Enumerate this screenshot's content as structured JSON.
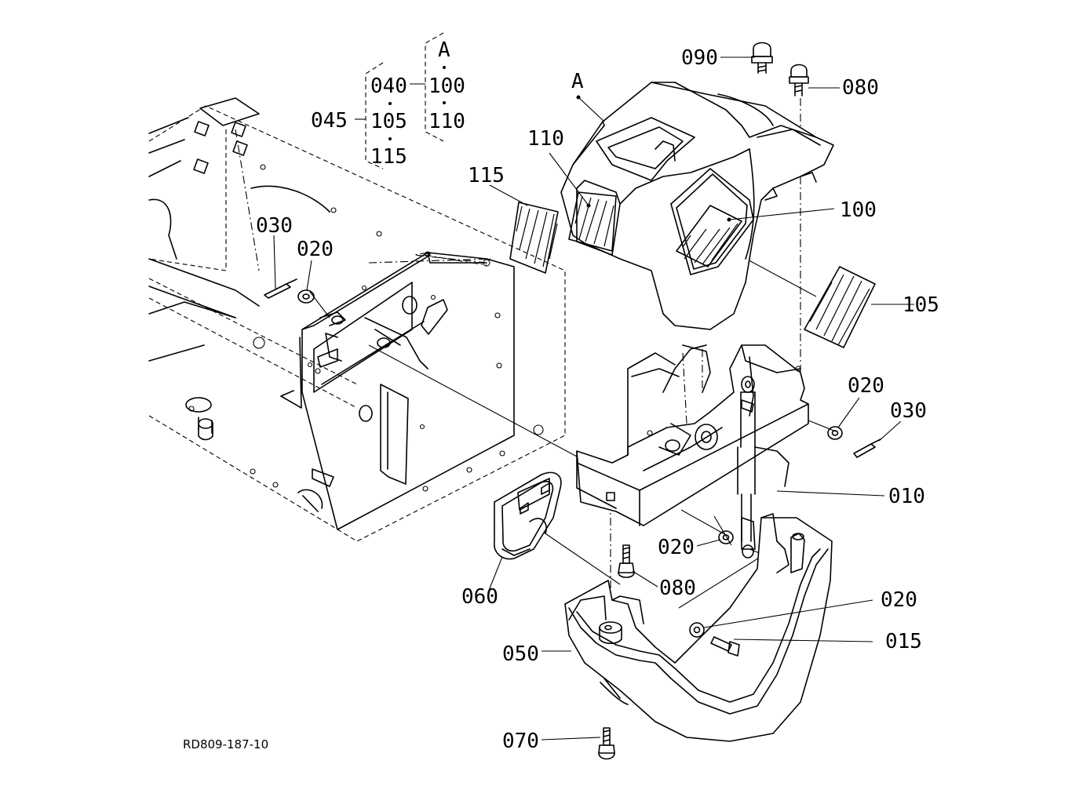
{
  "drawing_code": "RD809-187-10",
  "callouts": {
    "c040": "040",
    "c105_group": "105",
    "c115_group": "115",
    "c045": "045",
    "cA_group": "A",
    "c100_group": "100",
    "c110_group": "110",
    "cA_part": "A",
    "c110": "110",
    "c115": "115",
    "c090": "090",
    "c080_top": "080",
    "c100": "100",
    "c105": "105",
    "c030_left": "030",
    "c020_left": "020",
    "c020_right": "020",
    "c030_right": "030",
    "c010": "010",
    "c020_mid": "020",
    "c080_mid": "080",
    "c060": "060",
    "c020_low": "020",
    "c015": "015",
    "c050": "050",
    "c070": "070"
  }
}
